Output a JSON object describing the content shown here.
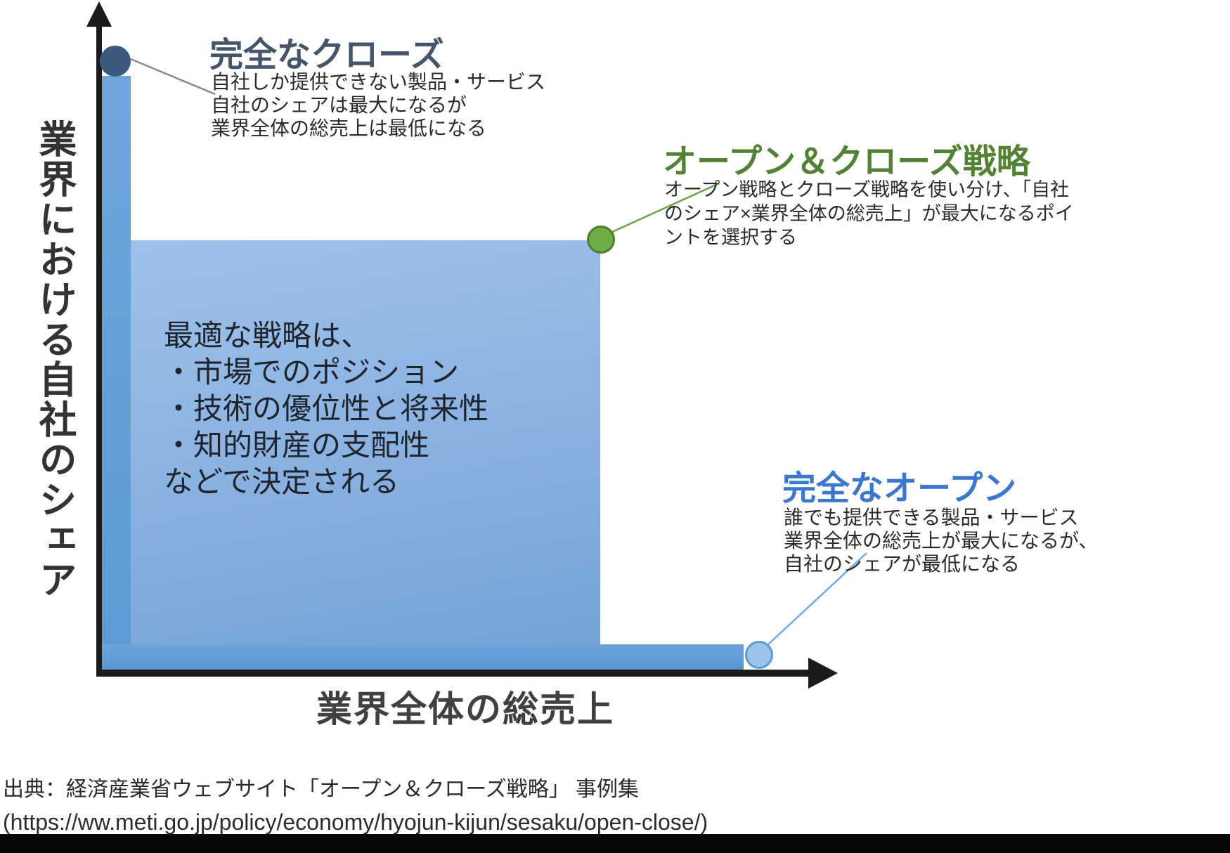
{
  "axes": {
    "y_label": "業界における自社のシェア",
    "x_label": "業界全体の総売上"
  },
  "area_note": {
    "lines": [
      "最適な戦略は、",
      "・市場でのポジション",
      "・技術の優位性と将来性",
      "・知的財産の支配性",
      "などで決定される"
    ]
  },
  "callouts": {
    "full_close": {
      "title": "完全なクローズ",
      "desc_lines": [
        "自社しか提供できない製品・サービス",
        "自社のシェアは最大になるが",
        "業界全体の総売上は最低になる"
      ]
    },
    "open_and_close": {
      "title": "オープン＆クローズ戦略",
      "desc_lines": [
        "オープン戦略とクローズ戦略を使い分け、「自社",
        "のシェア×業界全体の総売上」が最大になるポイ",
        "ントを選択する"
      ]
    },
    "full_open": {
      "title": "完全なオープン",
      "desc_lines": [
        "誰でも提供できる製品・サービス",
        "業界全体の総売上が最大になるが、",
        "自社のシェアが最低になる"
      ]
    }
  },
  "source": {
    "line1": "出典：経済産業省ウェブサイト「オープン＆クローズ戦略」 事例集",
    "line2": "(https://ww.meti.go.jp/policy/economy/hyojun-kijun/sesaku/open-close/)"
  },
  "colors": {
    "bar_blue": "#5b9bd5",
    "area_blue_top": "#9ec2ea",
    "area_blue_bottom": "#74a3d7",
    "close_dot": "#3c5a7e",
    "close_title": "#44546a",
    "open_close_dot": "#6cad47",
    "open_close_title": "#548235",
    "open_dot": "#9cc3e8",
    "open_title": "#3b76cf",
    "axis_black": "#1b1b1b"
  }
}
